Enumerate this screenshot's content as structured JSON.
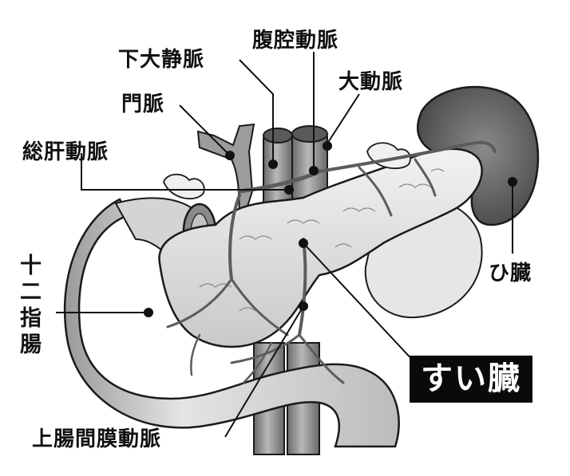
{
  "labels": {
    "celiac_trunk": "腹腔動脈",
    "inferior_vena_cava": "下大静脈",
    "aorta": "大動脈",
    "portal_vein": "門脈",
    "common_hepatic_artery": "総肝動脈",
    "spleen": "ひ臓",
    "duodenum": "十二指腸",
    "pancreas": "すい臓",
    "superior_mesenteric_artery": "上腸間膜動脈"
  },
  "colors": {
    "organ_light": "#e6e6e6",
    "organ_mid": "#bdbdbd",
    "organ_dark": "#6e6e6e",
    "vessel": "#8a8a8a",
    "outline": "#1a1a1a",
    "highlight_bg": "#0a0a0a",
    "highlight_text": "#ffffff"
  }
}
